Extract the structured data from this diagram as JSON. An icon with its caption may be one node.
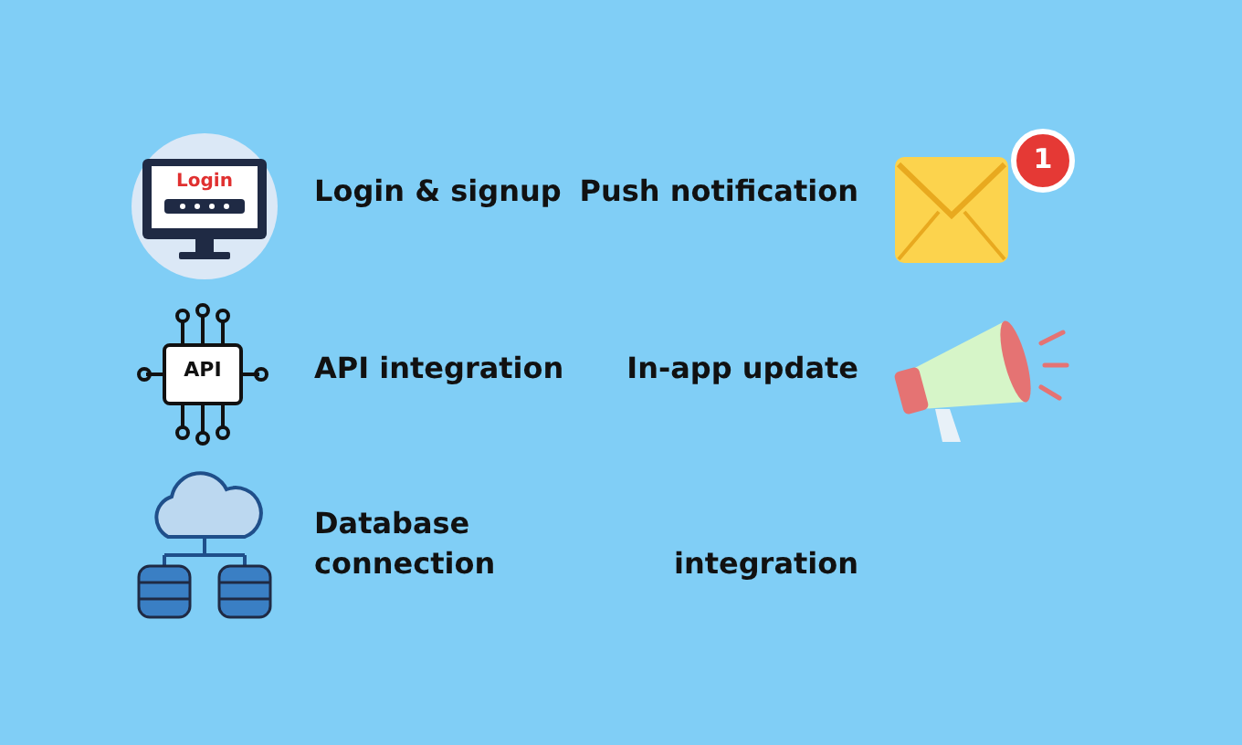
{
  "diagram": {
    "labels": [
      "Login",
      "Login & signup",
      "Push notification",
      "1",
      "API",
      "API integration",
      "In-app update",
      "Database connection",
      "integration"
    ]
  }
}
